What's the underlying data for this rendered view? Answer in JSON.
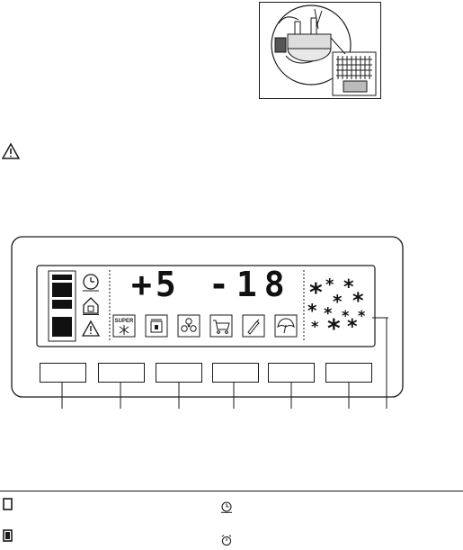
{
  "display": {
    "temp_fridge": "+5",
    "temp_freezer": "-18",
    "super_label": "SUPER"
  },
  "icons": {
    "top": "illustration-compressor-icon",
    "warning": "warning-triangle-icon",
    "left_column": [
      "clock-icon",
      "home-icon",
      "alarm-triangle-icon"
    ],
    "bottom_row": [
      "super-freeze-icon",
      "lock-icon",
      "fan-icon",
      "shopping-cart-icon",
      "bottle-icon",
      "umbrella-icon"
    ],
    "legend_left": [
      "empty-bar-icon",
      "filled-bar-icon"
    ],
    "legend_right": [
      "timer-icon",
      "alarm-clock-icon"
    ]
  },
  "buttons_count": 6,
  "colors": {
    "line": "#1a1a1a",
    "panel": "#ffffff"
  }
}
